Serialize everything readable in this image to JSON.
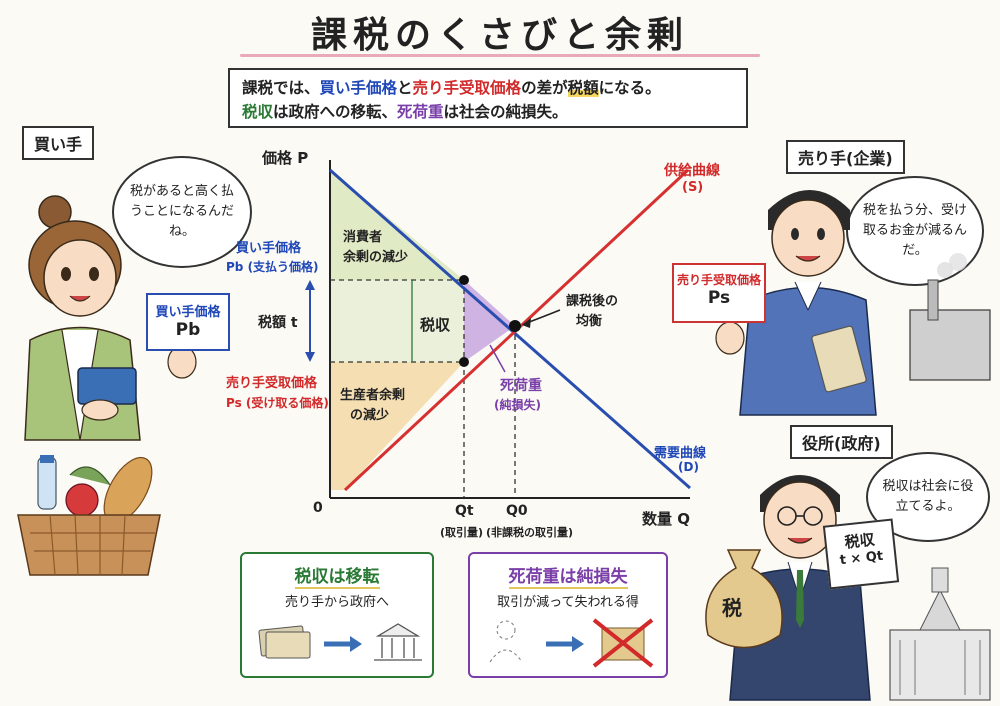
{
  "title": "課税のくさびと余剰",
  "summary": {
    "l1_a": "課税では、",
    "l1_buyer": "買い手価格",
    "l1_b": "と",
    "l1_seller": "売り手受取価格",
    "l1_c": "の差が",
    "l1_tax": "税額",
    "l1_d": "になる。",
    "l2_rev": "税収",
    "l2_a": "は政府への移転、",
    "l2_dwl": "死荷重",
    "l2_b": "は社会の純損失。"
  },
  "buyer": {
    "tag": "買い手",
    "bubble": "税があると高く払うことになるんだね。",
    "card_title": "買い手価格",
    "card_symbol": "Pb"
  },
  "seller": {
    "tag": "売り手(企業)",
    "bubble": "税を払う分、受け取るお金が減るんだ。",
    "card_title": "売り手受取価格",
    "card_symbol": "Ps"
  },
  "government": {
    "tag": "役所(政府)",
    "bubble": "税収は社会に役立てるよ。",
    "card_title": "税収",
    "card_formula": "t × Qt",
    "bag_label": "税"
  },
  "chart": {
    "y_axis": "価格 P",
    "x_axis": "数量 Q",
    "origin": "0",
    "supply_label": "供給曲線",
    "supply_sym": "(S)",
    "demand_label": "需要曲線",
    "demand_sym": "(D)",
    "pb_label": "買い手価格",
    "pb_sub": "Pb (支払う価格)",
    "tax_label": "税額 t",
    "ps_label": "売り手受取価格",
    "ps_sub": "Ps (受け取る価格)",
    "cs_label": "消費者余剰の減少",
    "cs_line1": "消費者",
    "cs_line2": "余剰の減少",
    "revenue_label": "税収",
    "ps_area_line1": "生産者余剰",
    "ps_area_line2": "の減少",
    "eq_line1": "課税後の",
    "eq_line2": "均衡",
    "dwl_line1": "死荷重",
    "dwl_line2": "(純損失)",
    "qt": "Qt",
    "qt_sub": "(取引量)",
    "q0": "Q0",
    "q0_sub": "(非課税の取引量)"
  },
  "panel_revenue": {
    "title": "税収は移転",
    "text": "売り手から政府へ"
  },
  "panel_dwl": {
    "title": "死荷重は純損失",
    "text": "取引が減って失われる得"
  },
  "colors": {
    "demand": "#2a4db0",
    "supply": "#d63030",
    "consumer_area": "#d9e6b8",
    "producer_area": "#f3d9a6",
    "dwl_area": "#c7a6df"
  }
}
